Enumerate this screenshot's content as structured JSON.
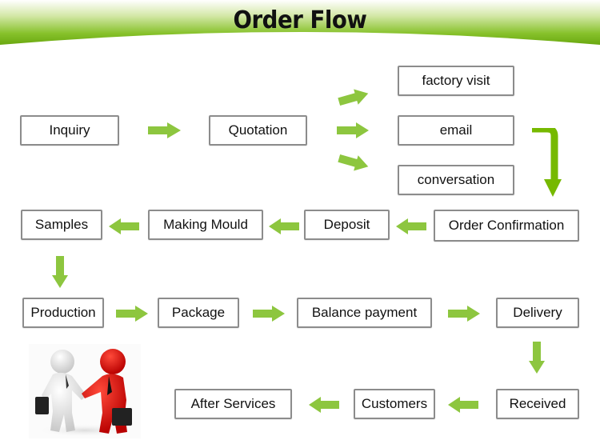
{
  "title": "Order Flow",
  "colors": {
    "arrow": "#8dc63f",
    "arrow_dark": "#76b900",
    "banner": "#7ab61e",
    "box_border": "#8c8c8c"
  },
  "steps": {
    "inquiry": "Inquiry",
    "quotation": "Quotation",
    "factory_visit": "factory visit",
    "email": "email",
    "conversation": "conversation",
    "order_confirmation": "Order Confirmation",
    "deposit": "Deposit",
    "making_mould": "Making Mould",
    "samples": "Samples",
    "production": "Production",
    "package": "Package",
    "balance_payment": "Balance payment",
    "delivery": "Delivery",
    "received": "Received",
    "customers": "Customers",
    "after_services": "After Services"
  },
  "image": {
    "icon": "handshake-figures-icon",
    "description": "white and red 3D figures shaking hands, holding briefcases"
  }
}
